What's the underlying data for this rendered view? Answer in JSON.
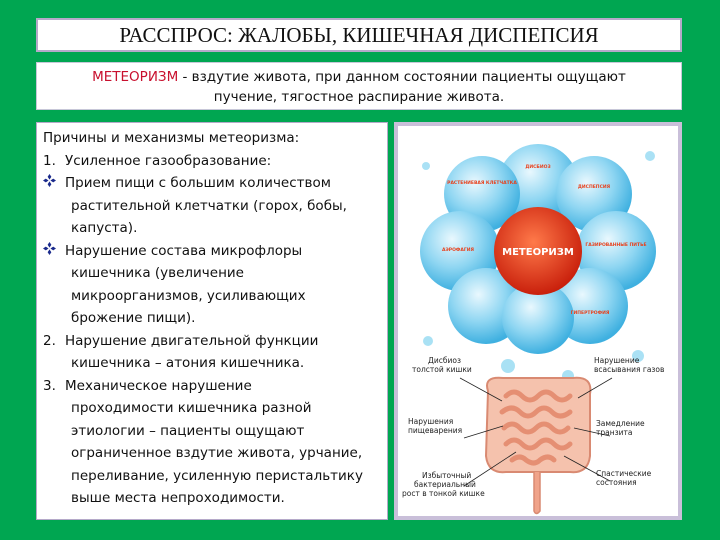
{
  "title": "РАССПРОС: ЖАЛОБЫ, КИШЕЧНАЯ ДИСПЕПСИЯ",
  "definition": {
    "term": "МЕТЕОРИЗМ",
    "line1_rest": " - вздутие живота, при данном состоянии пациенты ощущают",
    "line2": "пучение, тягостное распирание живота."
  },
  "causes": {
    "heading": "Причины и механизмы метеоризма:",
    "item1": {
      "marker": "1.",
      "line1": "Усиленное газообразование:"
    },
    "bullet1": {
      "line1": "Прием пищи с большим количеством",
      "line2": "растительной клетчатки (горох, бобы,",
      "line3": "капуста)."
    },
    "bullet2": {
      "line1": "Нарушение состава микрофлоры",
      "line2": "кишечника (увеличение",
      "line3": "микроорганизмов, усиливающих",
      "line4": "брожение пищи)."
    },
    "item2": {
      "marker": "2.",
      "line1": "Нарушение двигательной функции",
      "line2": "кишечника – атония кишечника."
    },
    "item3": {
      "marker": "3.",
      "line1": "Механическое нарушение",
      "line2": "проходимости кишечника разной",
      "line3": "этиологии – пациенты ощущают",
      "line4": "ограниченное вздутие живота, урчание,",
      "line5": "переливание, усиленную перистальтику",
      "line6": "выше места непроходимости."
    }
  },
  "diagram": {
    "center_label": "МЕТЕОРИЗМ",
    "bubbles": [
      "РАСТЕНИЕВАЯ КЛЕТЧАТКА",
      "ДИСБИОЗ",
      "ДИСПЕПСИЯ",
      "ГАЗИРОВАННЫЕ ПИТЬЕ",
      "АЭРОФАГИЯ",
      "ГИПЕРТРОФИЯ"
    ],
    "labels": {
      "dysbiosis": [
        "Дисбиоз",
        "толстой кишки"
      ],
      "absorption": [
        "Нарушение",
        "всасывания газов"
      ],
      "digestion": [
        "Нарушения",
        "пищеварения"
      ],
      "transit": [
        "Замедление",
        "транзита"
      ],
      "overgrowth": [
        "Избыточный",
        "бактериальный",
        "рост в тонкой кишке"
      ],
      "spastic": [
        "Спастические",
        "состояния"
      ]
    },
    "colors": {
      "bubble": "#5ec4ea",
      "center": "#e8401c",
      "intestine": "#f0a38a"
    }
  }
}
